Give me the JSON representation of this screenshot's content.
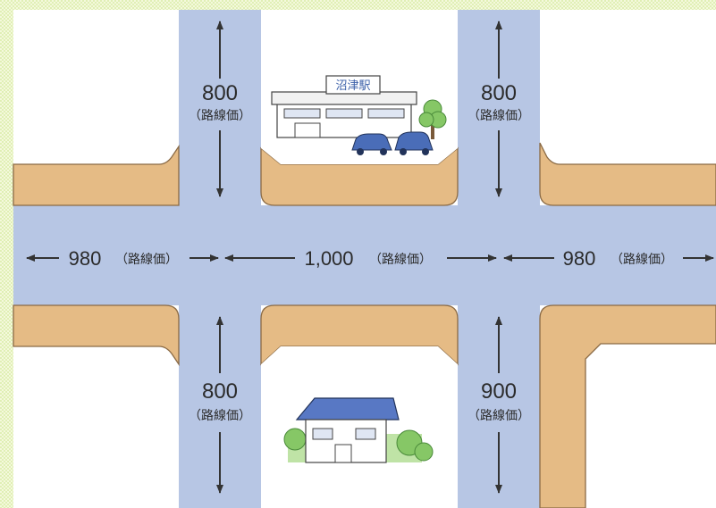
{
  "colors": {
    "road": "#b7c6e4",
    "sidewalk": "#e5bb85",
    "sidewalk_edge": "#8a6a45",
    "lot": "#ffffff",
    "border_dots": "#e2efb4",
    "arrow": "#333333",
    "station_roof": "#f1f1f1",
    "car": "#4a6db8",
    "tree": "#86c766",
    "house_roof": "#5878c4",
    "house_wall": "#ffffff"
  },
  "labels": {
    "unit": "（路線価）",
    "top_left_value": "800",
    "top_right_value": "800",
    "bottom_left_value": "800",
    "bottom_right_value": "900",
    "left_value": "980",
    "center_value": "1,000",
    "right_value": "980",
    "station_sign": "沼津駅"
  },
  "icons": {
    "station": "train-station-building-icon",
    "car": "car-icon",
    "house": "house-icon",
    "tree": "tree-icon"
  }
}
